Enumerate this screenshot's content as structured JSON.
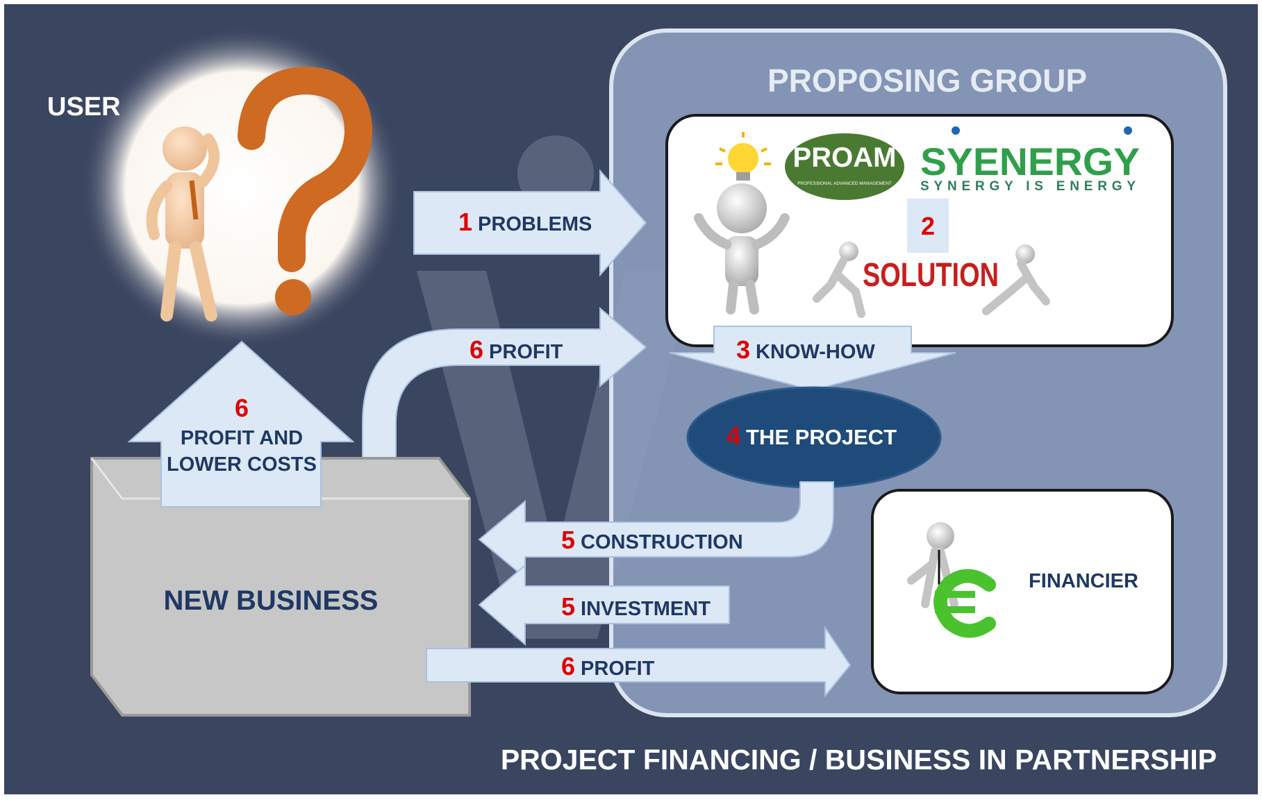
{
  "title": "PROJECT FINANCING / BUSINESS IN PARTNERSHIP",
  "user": {
    "label": "USER"
  },
  "proposing_group": {
    "label": "PROPOSING GROUP",
    "logo_proam": "PROAM",
    "logo_proam_sub": "PROFESSIONAL ADVANCED MANAGEMENT",
    "logo_syenergy": "SYENERGY",
    "logo_syenergy_tagline": "SYNERGY IS ENERGY",
    "step_number": "2",
    "solution_text": "SOLUTION"
  },
  "new_business": {
    "label": "NEW BUSINESS"
  },
  "financier": {
    "label": "FINANCIER"
  },
  "project": {
    "number": "4",
    "label": "THE PROJECT"
  },
  "flows": [
    {
      "number": "1",
      "label": "PROBLEMS"
    },
    {
      "number": "6",
      "label": "PROFIT"
    },
    {
      "number": "3",
      "label": "KNOW-HOW"
    },
    {
      "number": "6",
      "label_line1": "PROFIT AND",
      "label_line2": "LOWER COSTS"
    },
    {
      "number": "5",
      "label": "CONSTRUCTION"
    },
    {
      "number": "5",
      "label": "INVESTMENT"
    },
    {
      "number": "6",
      "label": "PROFIT"
    }
  ],
  "colors": {
    "background": "#3a4560",
    "group_panel": "#8a9bbd",
    "arrow_fill": "#dce8f6",
    "label_text": "#1f3864",
    "number_text": "#e00000",
    "project_ellipse": "#1f4b7a",
    "business_box": "#c7c7c7"
  },
  "icons": [
    "thinking-person-icon",
    "question-mark-icon",
    "lightbulb-icon",
    "person-icon",
    "running-people-icon",
    "euro-icon"
  ]
}
